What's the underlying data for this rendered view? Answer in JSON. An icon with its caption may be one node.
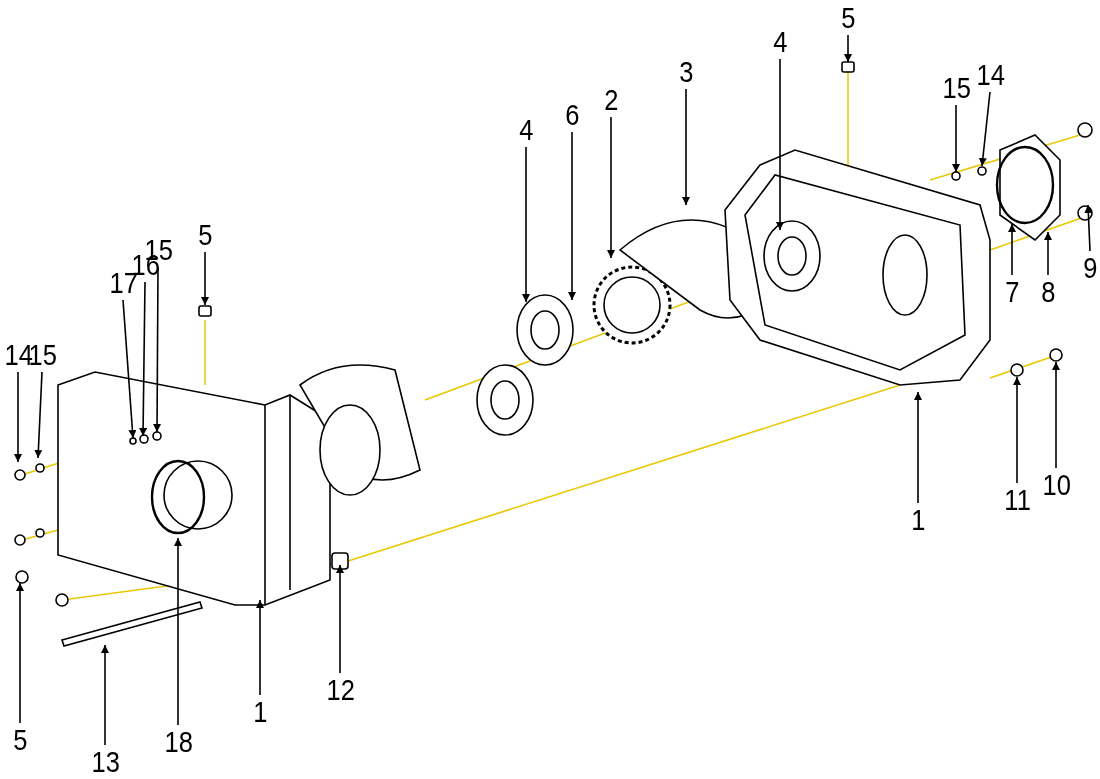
{
  "diagram": {
    "nodes": [
      {
        "text": [
          "5"
        ]
      },
      {
        "text": [
          "14"
        ]
      },
      {
        "text": [
          "3"
        ]
      },
      {
        "text": [
          "4"
        ]
      },
      {
        "text": [
          "15"
        ]
      },
      {
        "text": [
          "2"
        ]
      },
      {
        "text": [
          "6"
        ]
      },
      {
        "text": [
          "4"
        ]
      },
      {
        "text": [
          "5"
        ]
      },
      {
        "text": [
          "15"
        ]
      },
      {
        "text": [
          "16"
        ]
      },
      {
        "text": [
          "17"
        ]
      },
      {
        "text": [
          "9"
        ]
      },
      {
        "text": [
          "8"
        ]
      },
      {
        "text": [
          "7"
        ]
      },
      {
        "text": [
          "14"
        ]
      },
      {
        "text": [
          "15"
        ]
      },
      {
        "text": [
          "10"
        ]
      },
      {
        "text": [
          "11"
        ]
      },
      {
        "text": [
          "1"
        ]
      },
      {
        "text": [
          "12"
        ]
      },
      {
        "text": [
          "1"
        ]
      },
      {
        "text": [
          "5"
        ]
      },
      {
        "text": [
          "18"
        ]
      },
      {
        "text": [
          "13"
        ]
      }
    ],
    "edges": [
      {
        "from": 0,
        "to": null,
        "arrow": "to"
      },
      {
        "from": 1,
        "to": null,
        "arrow": "to"
      },
      {
        "from": 2,
        "to": null,
        "arrow": "to"
      },
      {
        "from": 3,
        "to": null,
        "arrow": "to"
      },
      {
        "from": 4,
        "to": null,
        "arrow": "to"
      },
      {
        "from": 5,
        "to": null,
        "arrow": "to"
      },
      {
        "from": 6,
        "to": null,
        "arrow": "to"
      },
      {
        "from": 7,
        "to": null,
        "arrow": "to"
      },
      {
        "from": 8,
        "to": null,
        "arrow": "to"
      },
      {
        "from": 9,
        "to": null,
        "arrow": "to"
      },
      {
        "from": 10,
        "to": null,
        "arrow": "to"
      },
      {
        "from": 11,
        "to": null,
        "arrow": "to"
      },
      {
        "from": 12,
        "to": null,
        "arrow": "to"
      },
      {
        "from": 13,
        "to": null,
        "arrow": "to"
      },
      {
        "from": 14,
        "to": null,
        "arrow": "to"
      },
      {
        "from": 15,
        "to": null,
        "arrow": "to"
      },
      {
        "from": 16,
        "to": null,
        "arrow": "to"
      },
      {
        "from": 17,
        "to": null,
        "arrow": "to"
      },
      {
        "from": 18,
        "to": null,
        "arrow": "to"
      },
      {
        "from": 19,
        "to": null,
        "arrow": "to"
      },
      {
        "from": 20,
        "to": null,
        "arrow": "to"
      },
      {
        "from": 21,
        "to": null,
        "arrow": "to"
      },
      {
        "from": 22,
        "to": null,
        "arrow": "to"
      },
      {
        "from": 23,
        "to": null,
        "arrow": "to"
      },
      {
        "from": 24,
        "to": null,
        "arrow": "to"
      }
    ]
  }
}
